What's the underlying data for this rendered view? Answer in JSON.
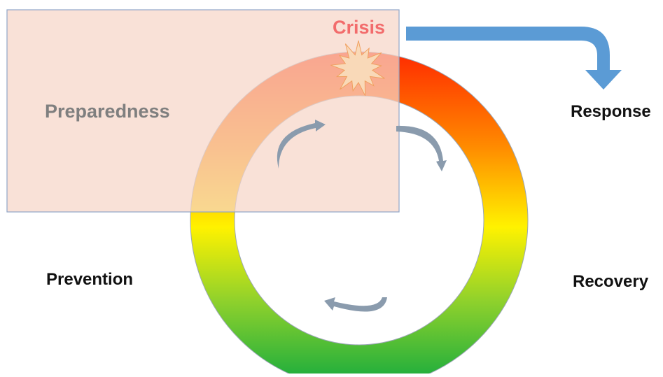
{
  "labels": {
    "crisis": "Crisis",
    "preparedness": "Preparedness",
    "response": "Response",
    "prevention": "Prevention",
    "recovery": "Recovery"
  },
  "colors": {
    "crisis_text": "#F26C6C",
    "preparedness_text": "#7F7F7F",
    "phase_text": "#111111",
    "ring_top": "#FF2A00",
    "ring_upper": "#FF8A00",
    "ring_middle": "#FFF200",
    "ring_lower": "#8FD12C",
    "ring_bottom": "#10A93F",
    "preparedness_box_fill": "#F6D5C8",
    "preparedness_box_border": "#8FA5C8",
    "response_arrow": "#5B9BD5",
    "cycle_arrows": "#8A9BAD",
    "burst_fill": "#F9D9B8",
    "burst_stroke": "#F0A060"
  },
  "icons": {
    "crisis_marker": "burst-icon",
    "response_arrow": "bent-arrow-down-icon",
    "cycle_arrows": "curved-arrow-icon"
  }
}
